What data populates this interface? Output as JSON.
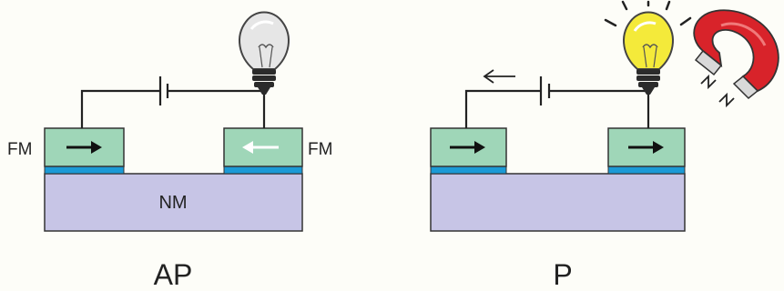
{
  "left": {
    "fm_left_label": "FM",
    "fm_right_label": "FM",
    "substrate_label": "NM",
    "caption": "AP"
  },
  "right": {
    "caption": "P"
  },
  "colors": {
    "ferromagnet": "#9fd6b8",
    "interface_layer": "#1b9ad6",
    "substrate": "#c7c5e6",
    "bulb_off": "#e6e6e6",
    "bulb_on": "#f4ea3a",
    "magnet": "#d8232a"
  },
  "icons": [
    "lightbulb-off-icon",
    "lightbulb-on-icon",
    "battery-icon",
    "horseshoe-magnet-icon",
    "arrow-right-icon",
    "arrow-left-icon"
  ]
}
